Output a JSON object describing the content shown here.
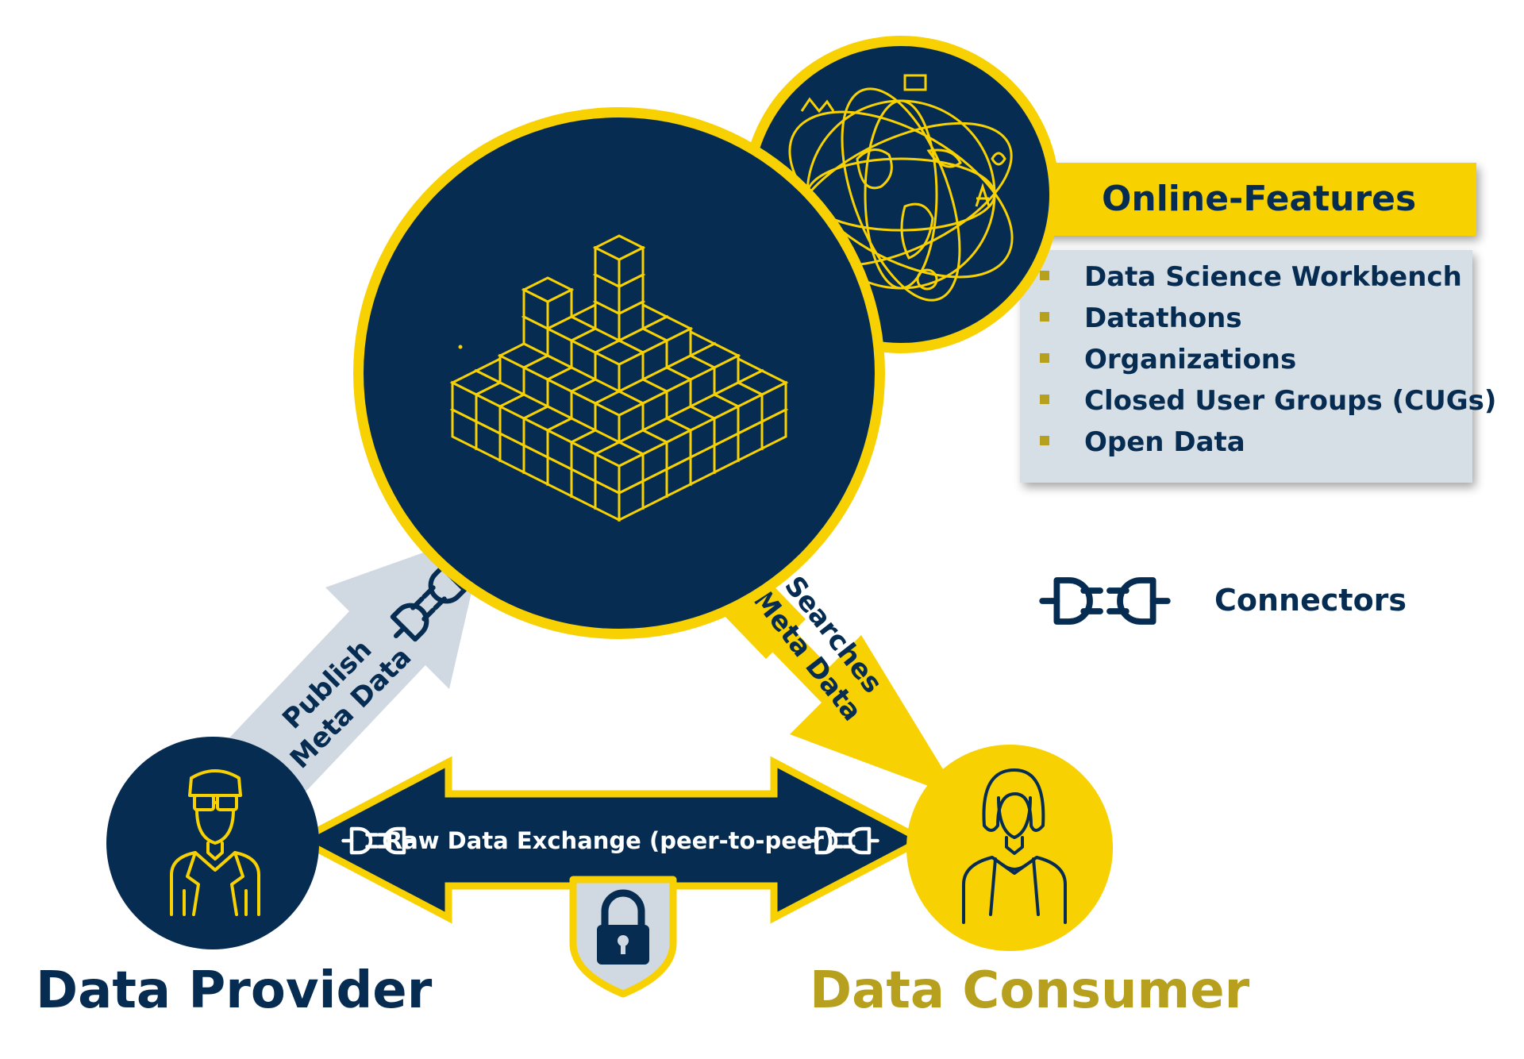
{
  "colors": {
    "navy": "#062c52",
    "yellow": "#f7d102",
    "gold": "#b7a01e",
    "light_panel": "#d6dee6",
    "light_arrow": "#d0d9e2",
    "white": "#ffffff"
  },
  "features_box": {
    "title": "Online-Features",
    "items": [
      "Data Science Workbench",
      "Datathons",
      "Organizations",
      "Closed User Groups (CUGs)",
      "Open Data"
    ]
  },
  "legend": {
    "label": "Connectors",
    "icon": "connector-plug-icon"
  },
  "arrows": {
    "publish_line1": "Publish",
    "publish_line2": "Meta Data",
    "searches_line1": "Searches",
    "searches_line2": "Meta Data",
    "exchange": "Raw Data Exchange (peer-to-peer)"
  },
  "actors": {
    "provider": "Data Provider",
    "consumer": "Data Consumer"
  },
  "icons": {
    "hub": "data-cubes-icon",
    "globe": "world-network-icon",
    "provider": "male-person-icon",
    "consumer": "female-person-icon",
    "lock": "padlock-shield-icon"
  }
}
